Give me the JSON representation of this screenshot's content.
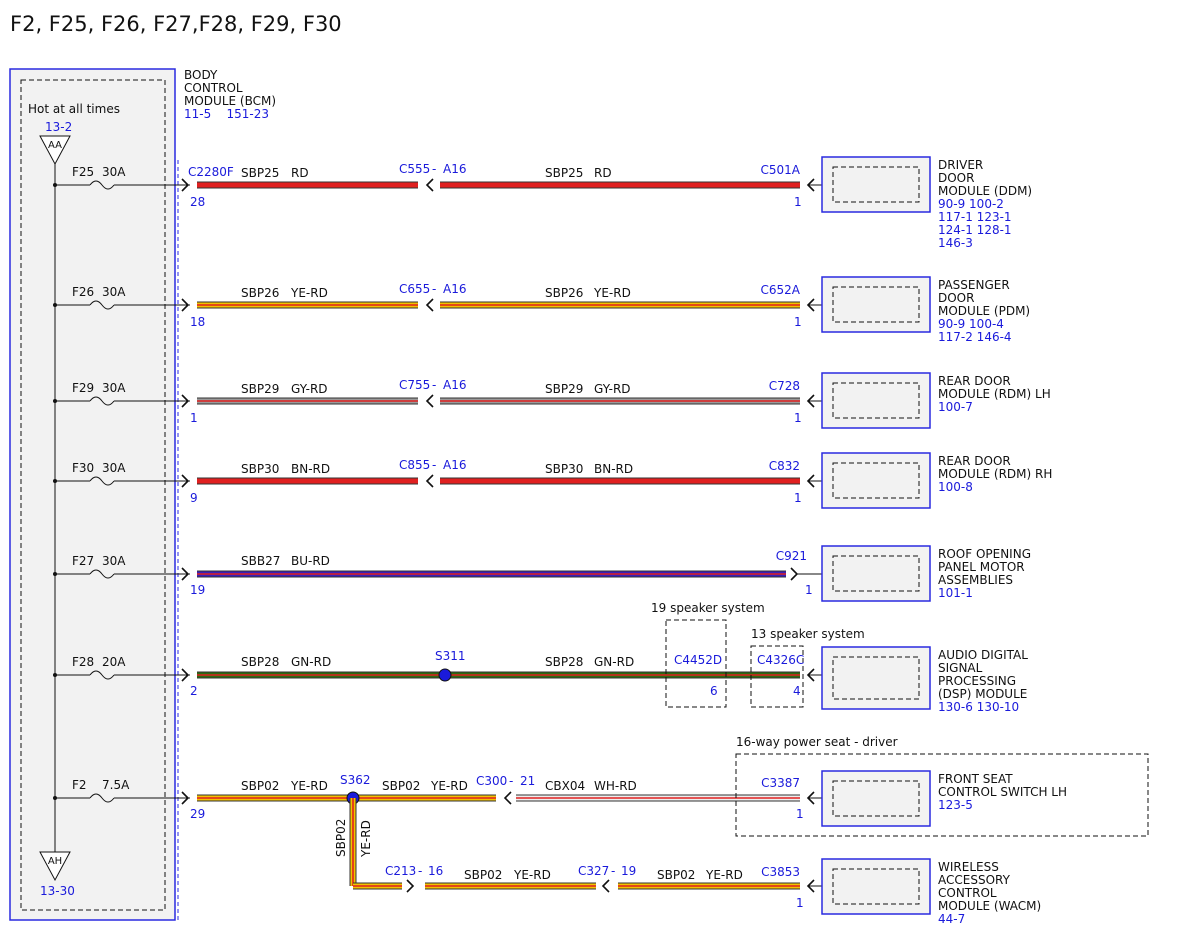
{
  "title": "F2, F25, F26, F27,F28, F29, F30",
  "bcm": {
    "name_lines": [
      "BODY",
      "CONTROL",
      "MODULE (BCM)"
    ],
    "refs": "11-5    151-23",
    "hot_label": "Hot at all times",
    "top_ref": "13-2",
    "top_tag": "AA",
    "bottom_tag": "AH",
    "bottom_ref": "13-30",
    "connector": "C2280F"
  },
  "fuses": [
    {
      "name": "F25",
      "rating": "30A"
    },
    {
      "name": "F26",
      "rating": "30A"
    },
    {
      "name": "F29",
      "rating": "30A"
    },
    {
      "name": "F30",
      "rating": "30A"
    },
    {
      "name": "F27",
      "rating": "30A"
    },
    {
      "name": "F28",
      "rating": "20A"
    },
    {
      "name": "F2",
      "rating": "7.5A"
    }
  ],
  "circuits": [
    {
      "bcm_pin": "28",
      "circuit": "SBP25",
      "color": "RD",
      "inline": "C555",
      "inline_pin": "A16",
      "circuit2": "SBP25",
      "color2": "RD",
      "conn": "C501A",
      "pin": "1",
      "module": [
        "DRIVER",
        "DOOR",
        "MODULE (DDM)"
      ],
      "refs": [
        "90-9    100-2",
        "117-1   123-1",
        "124-1   128-1",
        "146-3"
      ]
    },
    {
      "bcm_pin": "18",
      "circuit": "SBP26",
      "color": "YE-RD",
      "inline": "C655",
      "inline_pin": "A16",
      "circuit2": "SBP26",
      "color2": "YE-RD",
      "conn": "C652A",
      "pin": "1",
      "module": [
        "PASSENGER",
        "DOOR",
        "MODULE (PDM)"
      ],
      "refs": [
        "90-9    100-4",
        "117-2   146-4"
      ]
    },
    {
      "bcm_pin": "1",
      "circuit": "SBP29",
      "color": "GY-RD",
      "inline": "C755",
      "inline_pin": "A16",
      "circuit2": "SBP29",
      "color2": "GY-RD",
      "conn": "C728",
      "pin": "1",
      "module": [
        "REAR DOOR",
        "MODULE (RDM) LH"
      ],
      "refs": [
        "100-7"
      ]
    },
    {
      "bcm_pin": "9",
      "circuit": "SBP30",
      "color": "BN-RD",
      "inline": "C855",
      "inline_pin": "A16",
      "circuit2": "SBP30",
      "color2": "BN-RD",
      "conn": "C832",
      "pin": "1",
      "module": [
        "REAR DOOR",
        "MODULE (RDM) RH"
      ],
      "refs": [
        "100-8"
      ]
    },
    {
      "bcm_pin": "19",
      "circuit": "SBB27",
      "color": "BU-RD",
      "conn": "C921",
      "pin": "1",
      "module": [
        "ROOF OPENING",
        "PANEL MOTOR",
        "ASSEMBLIES"
      ],
      "refs": [
        "101-1"
      ]
    },
    {
      "bcm_pin": "2",
      "circuit": "SBP28",
      "color": "GN-RD",
      "splice": "S311",
      "circuit2": "SBP28",
      "color2": "GN-RD",
      "alt1_label": "19 speaker system",
      "alt1_conn": "C4452D",
      "alt1_pin": "6",
      "alt2_label": "13 speaker system",
      "alt2_conn": "C4326C",
      "alt2_pin": "4",
      "module": [
        "AUDIO DIGITAL",
        "SIGNAL",
        "PROCESSING",
        "(DSP) MODULE"
      ],
      "refs": [
        "130-6    130-10"
      ]
    },
    {
      "bcm_pin": "29",
      "circuit": "SBP02",
      "color": "YE-RD",
      "splice": "S362",
      "circuit2": "SBP02",
      "color2": "YE-RD",
      "inline": "C300",
      "inline_pin": "21",
      "circuit3": "CBX04",
      "color3": "WH-RD",
      "conn": "C3387",
      "pin": "1",
      "option_label": "16-way power seat - driver",
      "module": [
        "FRONT SEAT",
        "CONTROL SWITCH LH"
      ],
      "refs": [
        "123-5"
      ]
    }
  ],
  "branch": {
    "vertical_circuit": "SBP02",
    "vertical_color": "YE-RD",
    "c213": "C213",
    "c213_pin": "16",
    "circuit_a": "SBP02",
    "color_a": "YE-RD",
    "c327": "C327",
    "c327_pin": "19",
    "circuit_b": "SBP02",
    "color_b": "YE-RD",
    "conn": "C3853",
    "pin": "1",
    "module": [
      "WIRELESS",
      "ACCESSORY",
      "CONTROL",
      "MODULE (WACM)"
    ],
    "refs": [
      "44-7"
    ]
  },
  "colors": {
    "text_blue": "#1a1adb",
    "box_blue": "#2a2ae0",
    "module_fill": "#f2f2f2",
    "wire_red": "#e02020",
    "wire_yellow": "#f2c200",
    "wire_gray": "#9a9a9a",
    "wire_blue": "#3b1fb8",
    "wire_green": "#2e6b10",
    "wire_white": "#eeeeee"
  },
  "icons": [
    "fuse-icon",
    "arrow-left-icon",
    "arrow-right-icon",
    "splice-dot-icon",
    "triangle-tag-icon"
  ]
}
